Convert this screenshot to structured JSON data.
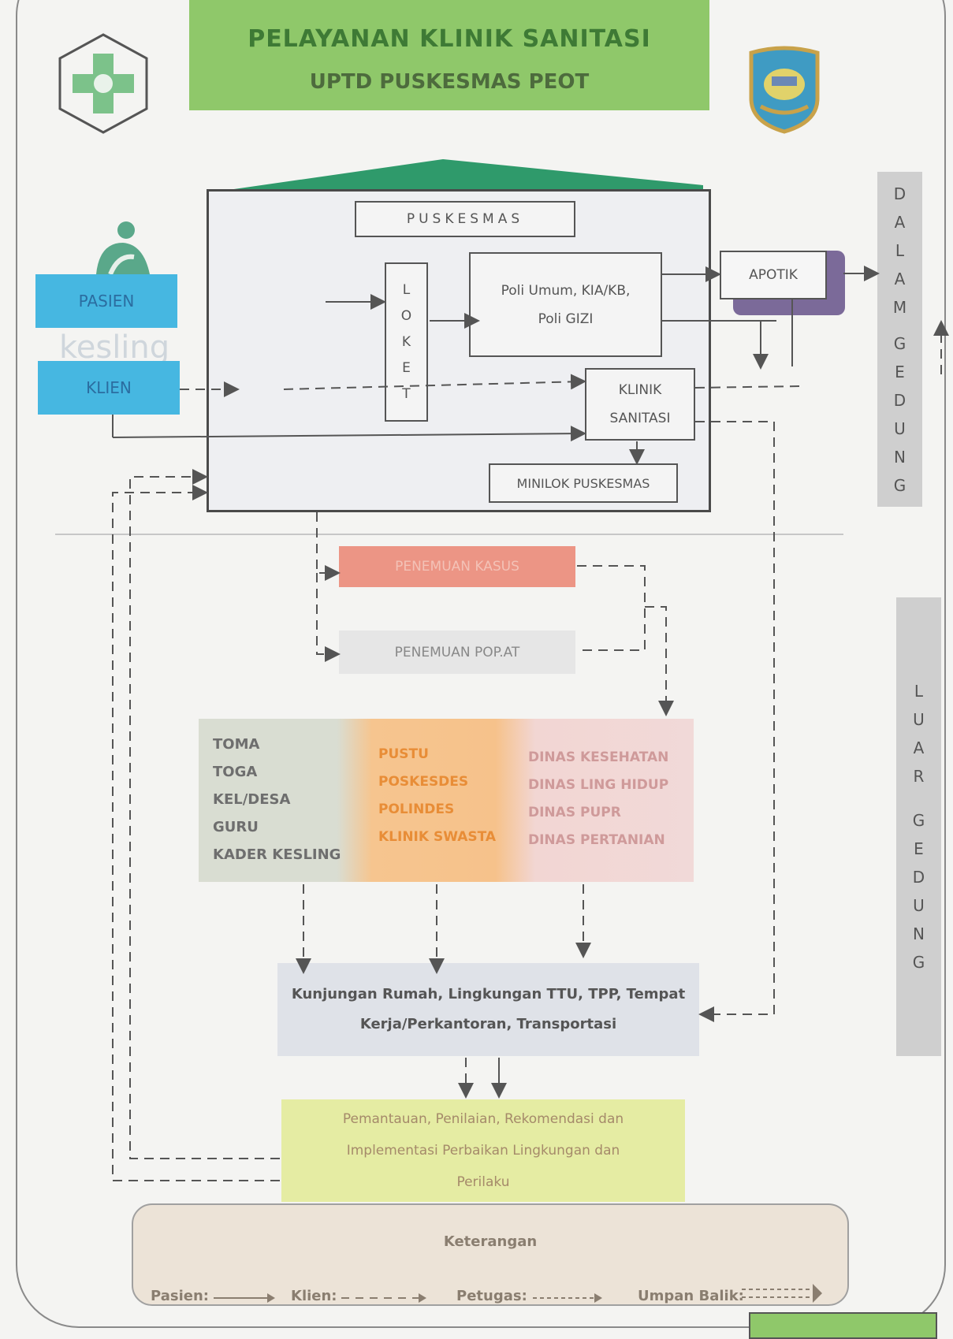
{
  "header": {
    "title": "PELAYANAN KLINIK SANITASI",
    "subtitle": "UPTD PUSKESMAS PEOT"
  },
  "building": {
    "title": "PUSKESMAS",
    "loket_letters": [
      "L",
      "O",
      "K",
      "E",
      "T"
    ],
    "poli_line1": "Poli Umum, KIA/KB,",
    "poli_line2": "Poli GIZI",
    "klinik_line1": "KLINIK",
    "klinik_line2": "SANITASI",
    "minilok": "MINILOK PUSKESMAS",
    "apotik": "APOTIK"
  },
  "actors": {
    "pasien": "PASIEN",
    "klien": "KLIEN",
    "watermark": "kesling"
  },
  "side_labels": {
    "dalam": [
      "D",
      "A",
      "L",
      "A",
      "M",
      "",
      "G",
      "E",
      "D",
      "U",
      "N",
      "G"
    ],
    "luar": [
      "L",
      "U",
      "A",
      "R",
      "",
      "G",
      "E",
      "D",
      "U",
      "N",
      "G"
    ]
  },
  "findings": {
    "kasus": "PENEMUAN KASUS",
    "popat": "PENEMUAN POP.AT"
  },
  "stakeholders": {
    "col1": [
      "TOMA",
      "TOGA",
      "KEL/DESA",
      "GURU",
      "KADER  KESLING"
    ],
    "col2": [
      "PUSTU",
      "POSKESDES",
      "POLINDES",
      "KLINIK SWASTA"
    ],
    "col3": [
      "DINAS KESEHATAN",
      "DINAS LING HIDUP",
      "DINAS PUPR",
      "DINAS PERTANIAN"
    ]
  },
  "visit": {
    "line1": "Kunjungan Rumah, Lingkungan TTU, TPP, Tempat",
    "line2": "Kerja/Perkantoran, Transportasi"
  },
  "monitoring": {
    "line1": "Pemantauan, Penilaian, Rekomendasi dan",
    "line2": "Implementasi Perbaikan Lingkungan dan",
    "line3": "Perilaku"
  },
  "legend": {
    "title": "Keterangan",
    "pasien": "Pasien:",
    "klien": "Klien:",
    "petugas": "Petugas:",
    "umpan_balik": "Umpan Balik:"
  },
  "colors": {
    "banner": "#8fc86a",
    "actor": "#46b7e1",
    "apotik_shadow": "#7b6a99",
    "kasus": "#ec9585",
    "monitoring": "#e5eca3"
  }
}
